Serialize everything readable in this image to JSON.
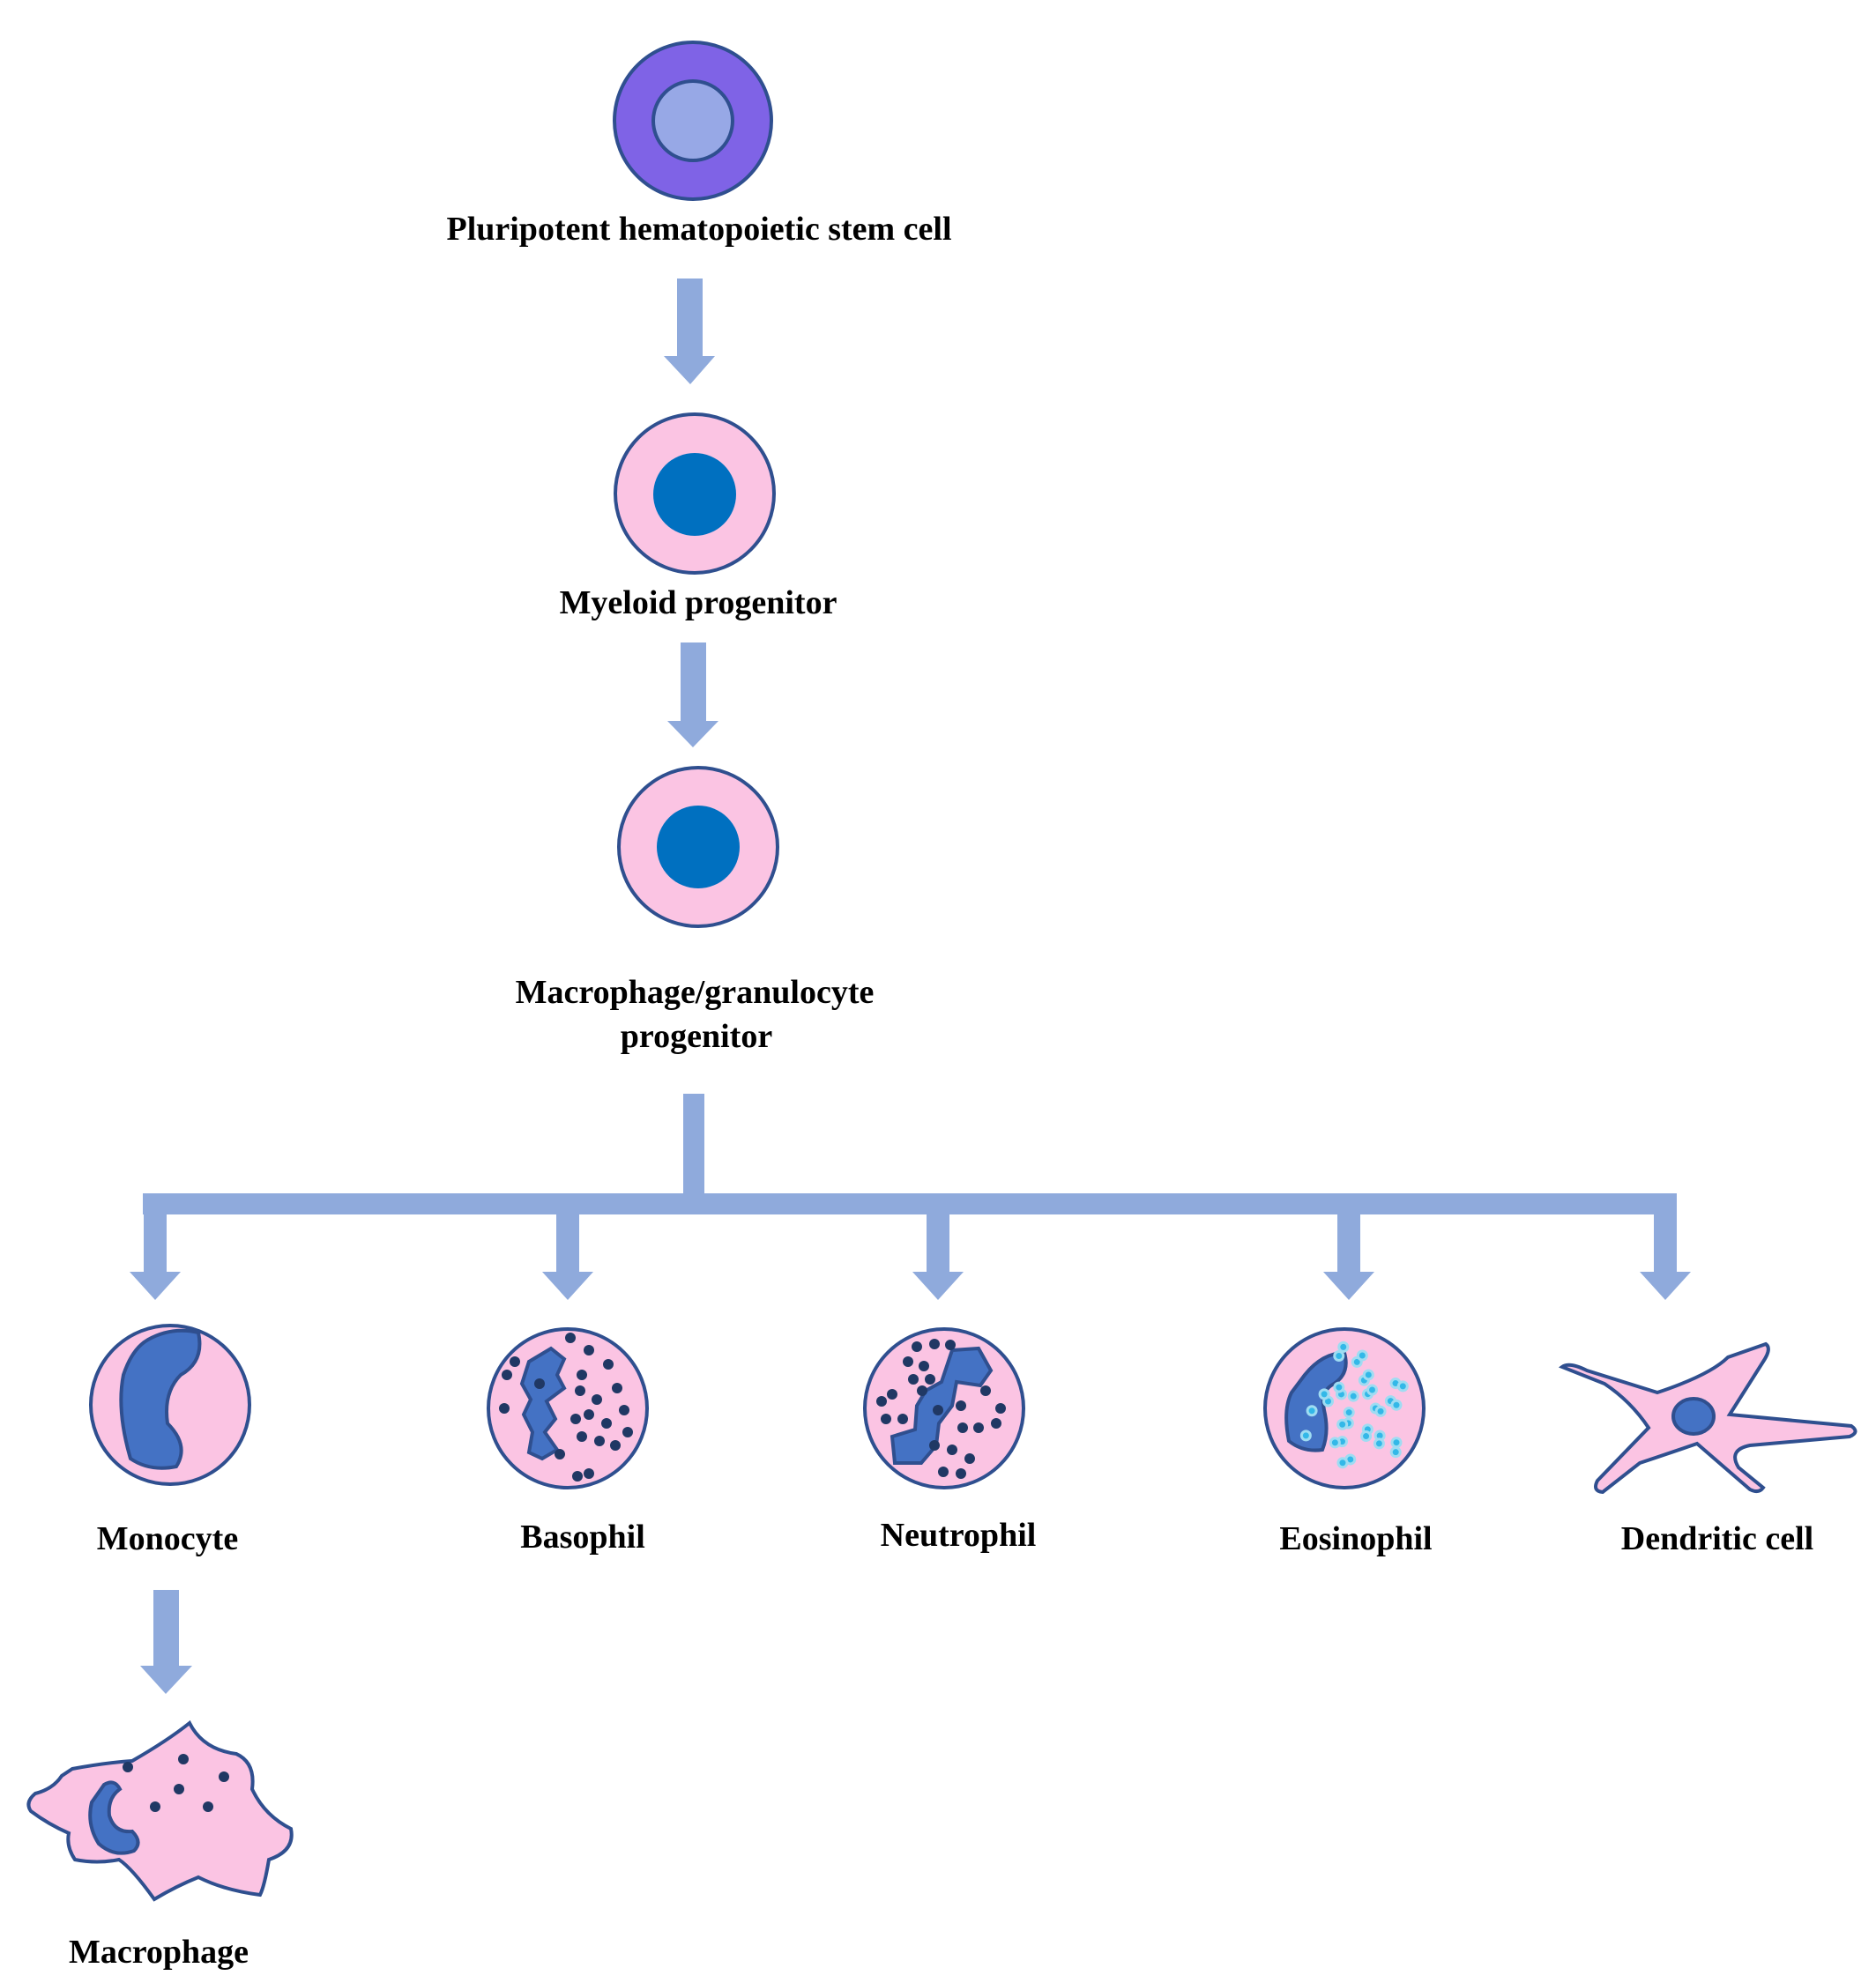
{
  "title": "",
  "nodes": {
    "stem": "Pluripotent hematopoietic stem cell",
    "myeloid": "Myeloid progenitor",
    "macgran_line1": "Macrophage/granulocyte",
    "macgran_line2": "progenitor",
    "monocyte": "Monocyte",
    "basophil": "Basophil",
    "neutrophil": "Neutrophil",
    "eosinophil": "Eosinophil",
    "dendritic": "Dendritic cell",
    "macrophage": "Macrophage"
  },
  "colors": {
    "arrow": "#8faadc",
    "cell_pink": "#fbc4e3",
    "outline": "#2f4f8f",
    "stem_outer": "#7f63e6",
    "stem_inner": "#97a8e6",
    "progenitor_nucleus": "#0070c0",
    "nucleus": "#4472c4",
    "granule_dark": "#203864",
    "granule_cyan": "#33b8e8"
  }
}
